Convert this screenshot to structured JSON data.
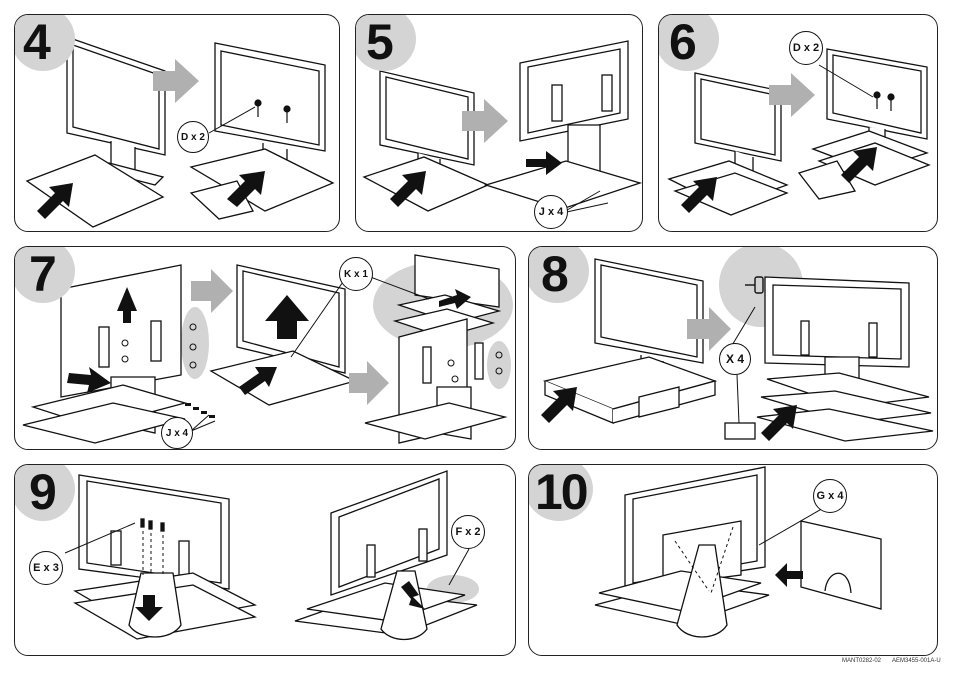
{
  "steps": [
    {
      "number": "4",
      "callouts": [
        "D x 2"
      ]
    },
    {
      "number": "5",
      "callouts": [
        "J x 4"
      ]
    },
    {
      "number": "6",
      "callouts": [
        "D x 2"
      ]
    },
    {
      "number": "7",
      "callouts": [
        "K x 1",
        "J x 4"
      ]
    },
    {
      "number": "8",
      "callouts": [
        "X 4"
      ]
    },
    {
      "number": "9",
      "callouts": [
        "E x 3",
        "F x 2"
      ]
    },
    {
      "number": "10",
      "callouts": [
        "G x 4"
      ]
    }
  ],
  "footer": {
    "code_left": "MANT0282-02",
    "code_right": "AEM3455-001A-U"
  },
  "colors": {
    "line": "#111111",
    "arrow_grey": "#b0b0b0",
    "arrow_black": "#111111",
    "highlight": "#d4d4d4"
  }
}
